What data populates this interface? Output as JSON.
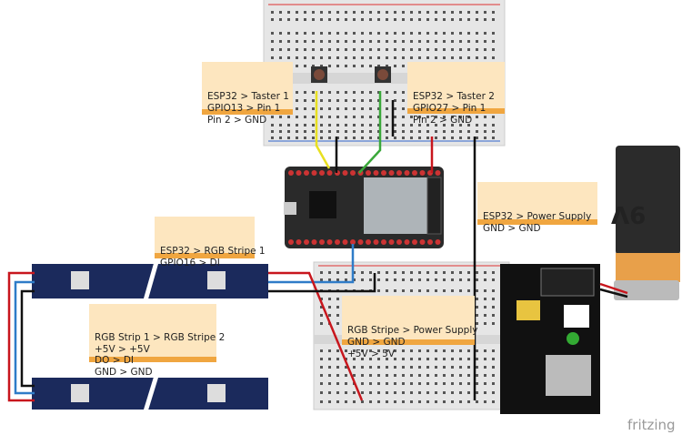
{
  "notes": {
    "taster1": [
      "ESP32 > Taster 1",
      "GPIO13 > Pin 1",
      "Pin 2 > GND"
    ],
    "taster2": [
      "ESP32 > Taster 2",
      "GPIO27 > Pin 1",
      "Pin 2 > GND"
    ],
    "power": [
      "ESP32 > Power Supply",
      "GND > GND"
    ],
    "rgb1": [
      "ESP32 > RGB Stripe 1",
      "GPIO16 > DI"
    ],
    "strip": [
      "RGB Strip 1 > RGB Stripe 2",
      "+5V > +5V",
      "DO > DI",
      "GND > GND"
    ],
    "rgbpower": [
      "RGB Stripe > Power Supply",
      "GND > GND",
      "+5V > 5V"
    ]
  },
  "battery_label": "9V",
  "brand": "fritzing",
  "colors": {
    "note": "#fde6bf",
    "note_border": "#f0a640",
    "strip": "#1b2a5c",
    "board": "#2a2a2a",
    "wire_red": "#c8161d",
    "wire_blue": "#2f7cc8",
    "wire_black": "#111111",
    "wire_yellow": "#e8e020",
    "wire_green": "#3aa83a"
  }
}
